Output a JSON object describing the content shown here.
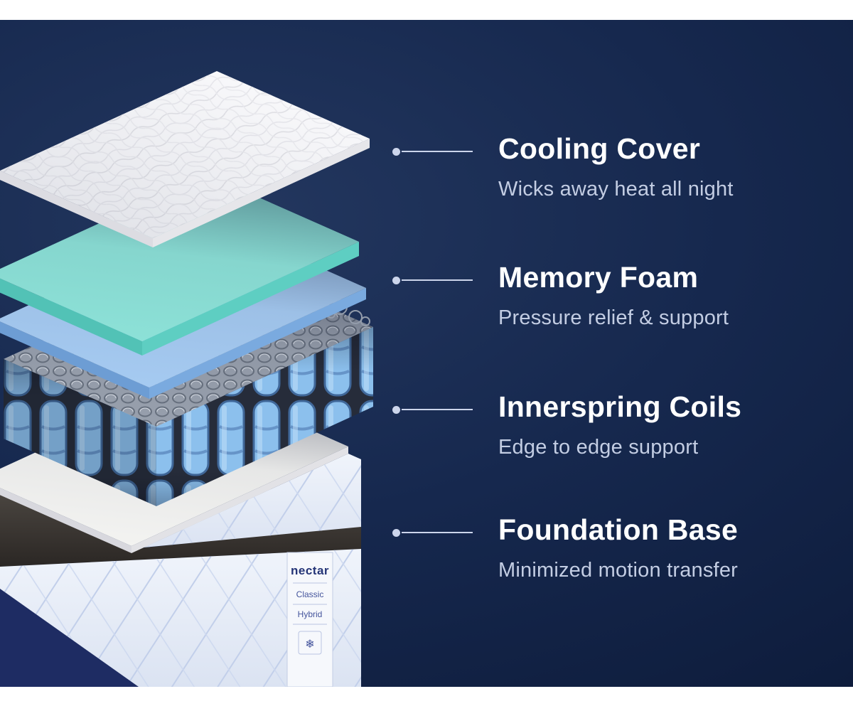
{
  "callouts": [
    {
      "title": "Cooling Cover",
      "subtitle": "Wicks away heat all night"
    },
    {
      "title": "Memory Foam",
      "subtitle": "Pressure relief & support"
    },
    {
      "title": "Innerspring Coils",
      "subtitle": "Edge to edge support"
    },
    {
      "title": "Foundation Base",
      "subtitle": "Minimized motion transfer"
    }
  ],
  "mattress_label": {
    "brand": "nectar",
    "model": "Classic",
    "type": "Hybrid",
    "cooling_icon": "❄"
  },
  "layers": {
    "cover": {
      "color": "#fafafc"
    },
    "foam_teal": {
      "color": "#8de2d8"
    },
    "foam_blue": {
      "color": "#a6cbf2"
    },
    "coils": {
      "color": "#8cc0ed"
    },
    "foundation": {
      "color": "#f4f4f2"
    }
  },
  "colors": {
    "background_center": "#23375f",
    "background_edge": "#0d1b3a",
    "callout_accent": "#ccd5eb",
    "title_text": "#ffffff",
    "subtitle_text": "#c3cde3",
    "base_trim_dark": "#3a3632",
    "base_fabric": "#e7edf8",
    "base_accent_navy": "#1e2c63"
  }
}
